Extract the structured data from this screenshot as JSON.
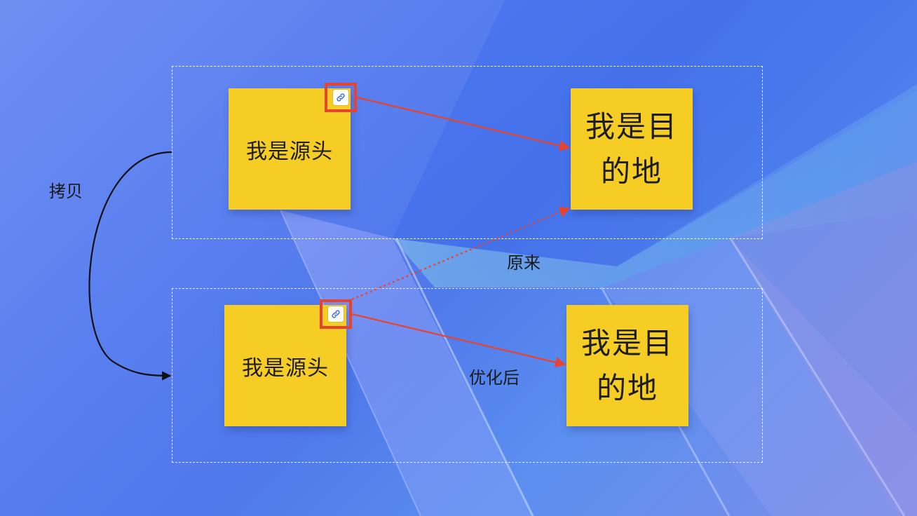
{
  "diagram": {
    "top_group": {
      "source_note": "我是源头",
      "target_note": "我是目的地"
    },
    "bottom_group": {
      "source_note": "我是源头",
      "target_note": "我是目的地"
    },
    "copy_label": "拷贝",
    "original_label": "原来",
    "optimized_label": "优化后"
  },
  "colors": {
    "sticky": "#f5cd24",
    "link_highlight": "#e8432c",
    "arrow_red": "#e8432c",
    "copy_arrow": "#111111",
    "frame_border": "#ffffff",
    "link_icon": "#3b6fd8"
  },
  "icons": {
    "link_badge": "link-icon"
  }
}
